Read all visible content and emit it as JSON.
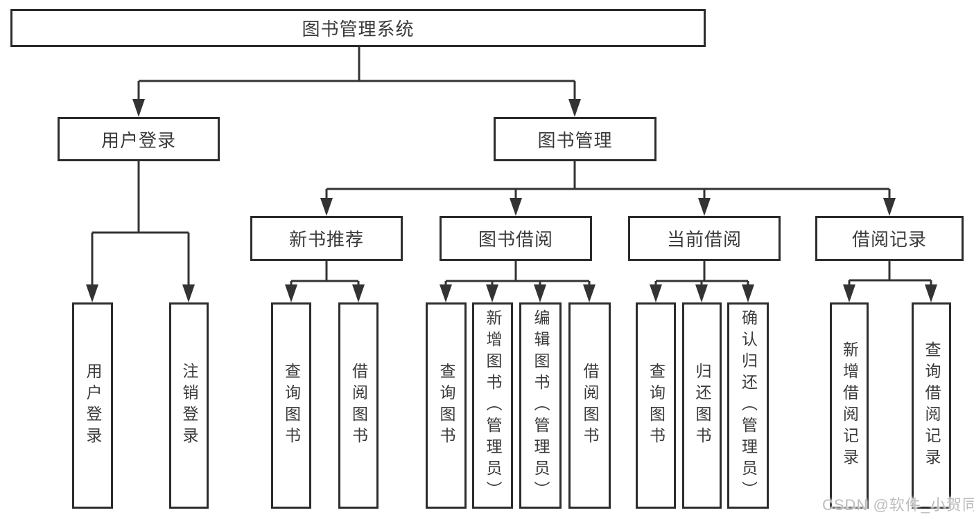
{
  "tree": {
    "root": {
      "label": "图书管理系统"
    },
    "login": {
      "label": "用户登录",
      "children": [
        {
          "label": "用户登录"
        },
        {
          "label": "注销登录"
        }
      ]
    },
    "management": {
      "label": "图书管理",
      "groups": [
        {
          "label": "新书推荐",
          "children": [
            {
              "label": "查询图书"
            },
            {
              "label": "借阅图书"
            }
          ]
        },
        {
          "label": "图书借阅",
          "children": [
            {
              "label": "查询图书"
            },
            {
              "label": "新增图书（管理员）"
            },
            {
              "label": "编辑图书（管理员）"
            },
            {
              "label": "借阅图书"
            }
          ]
        },
        {
          "label": "当前借阅",
          "children": [
            {
              "label": "查询图书"
            },
            {
              "label": "归还图书"
            },
            {
              "label": "确认归还（管理员）"
            }
          ]
        },
        {
          "label": "借阅记录",
          "children": [
            {
              "label": "新增借阅记录"
            },
            {
              "label": "查询借阅记录"
            }
          ]
        }
      ]
    }
  },
  "watermark": "CSDN @软件_小贺同学",
  "colors": {
    "line": "#333333",
    "border": "#2c2c2c",
    "text": "#3a3a3a",
    "watermark": "#bcbcbc",
    "background": "#ffffff"
  }
}
